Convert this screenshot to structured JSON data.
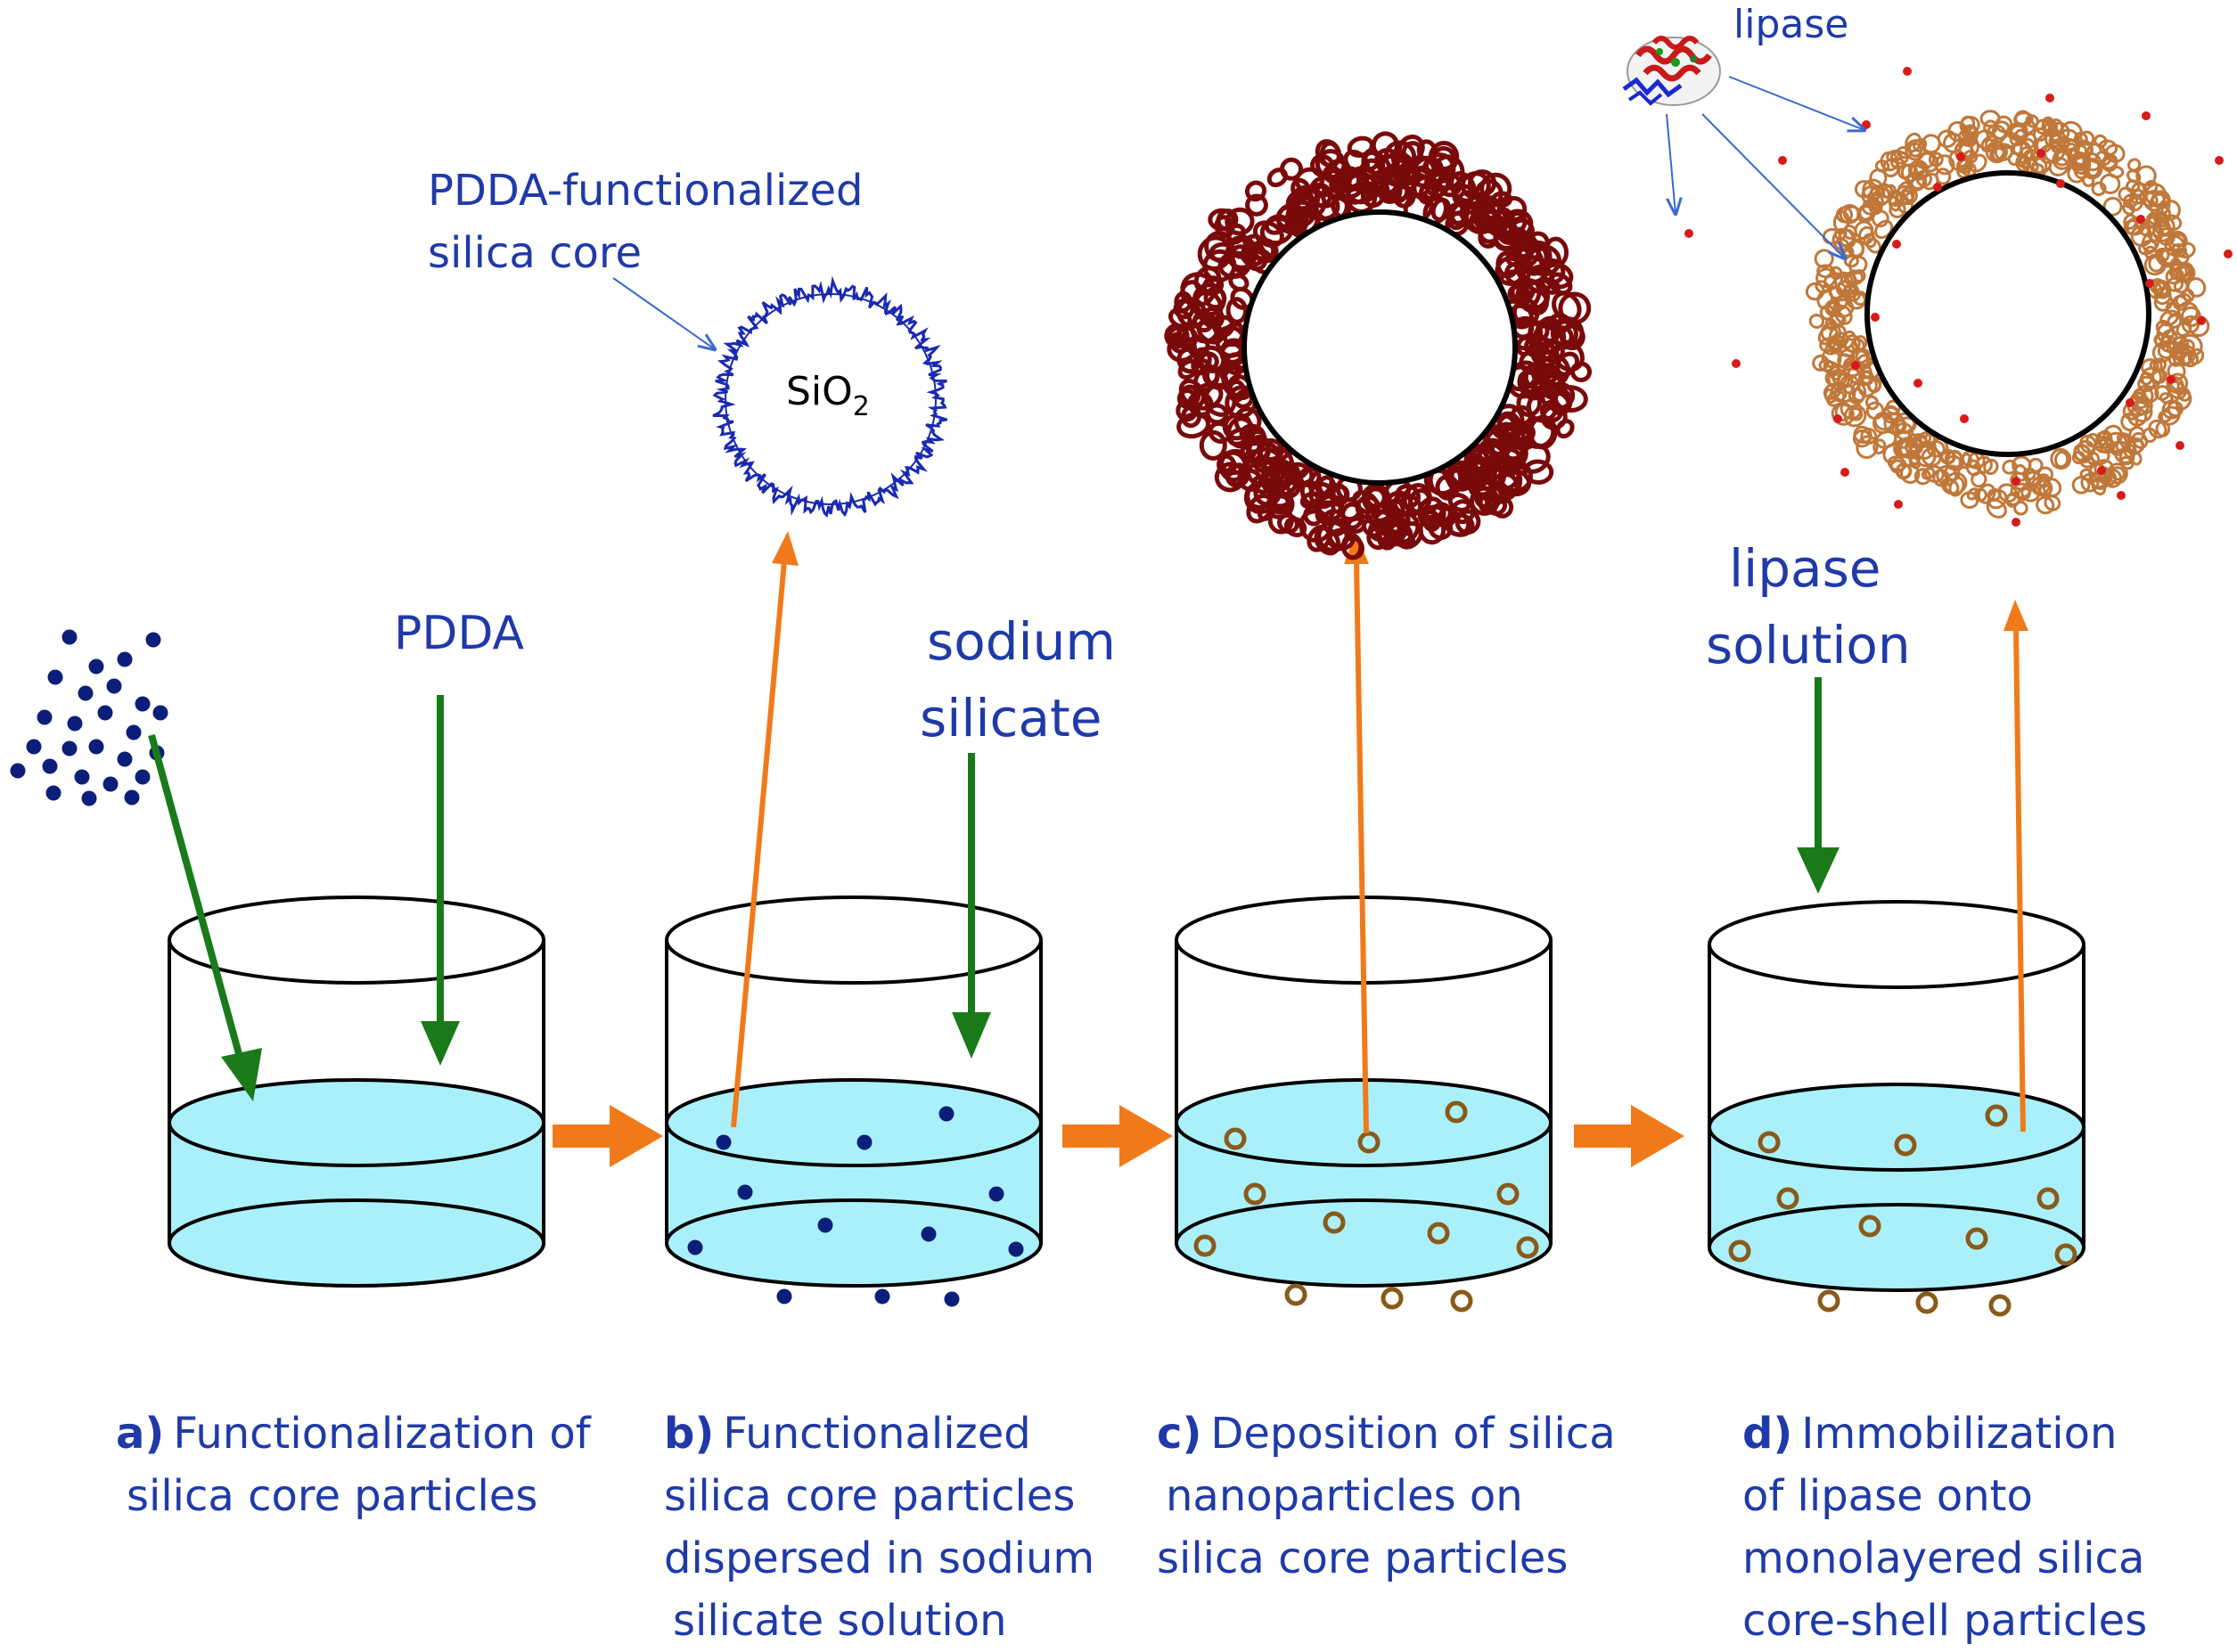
{
  "labels": {
    "pdda_functionalized_line1": "PDDA-functionalized",
    "pdda_functionalized_line2": "silica core",
    "sio2": "SiO",
    "sio2_sub": "2",
    "pdda": "PDDA",
    "sodium_silicate_line1": "sodium",
    "sodium_silicate_line2": "silicate",
    "lipase_solution_line1": "lipase",
    "lipase_solution_line2": "solution",
    "lipase_top": "lipase"
  },
  "captions": [
    {
      "letter": "a)",
      "lines": [
        "Functionalization of",
        "silica core particles"
      ]
    },
    {
      "letter": "b)",
      "lines": [
        "Functionalized",
        "silica core particles",
        "dispersed in sodium",
        "silicate solution"
      ]
    },
    {
      "letter": "c)",
      "lines": [
        "Deposition of silica",
        "nanoparticles on",
        "silica core particles"
      ]
    },
    {
      "letter": "d)",
      "lines": [
        "Immobilization",
        "of lipase onto",
        "monolayered silica",
        "core-shell particles"
      ]
    }
  ],
  "colors": {
    "label_blue": "#1f3aa8",
    "arrow_green": "#1a7a1a",
    "arrow_orange": "#f07a1a",
    "liquid": "#aaf0fa",
    "particle_navy": "#0b1f7a",
    "shell_dark_red": "#7a0a0a",
    "shell_brown": "#c0783a",
    "lipase_red": "#d81a1a"
  }
}
